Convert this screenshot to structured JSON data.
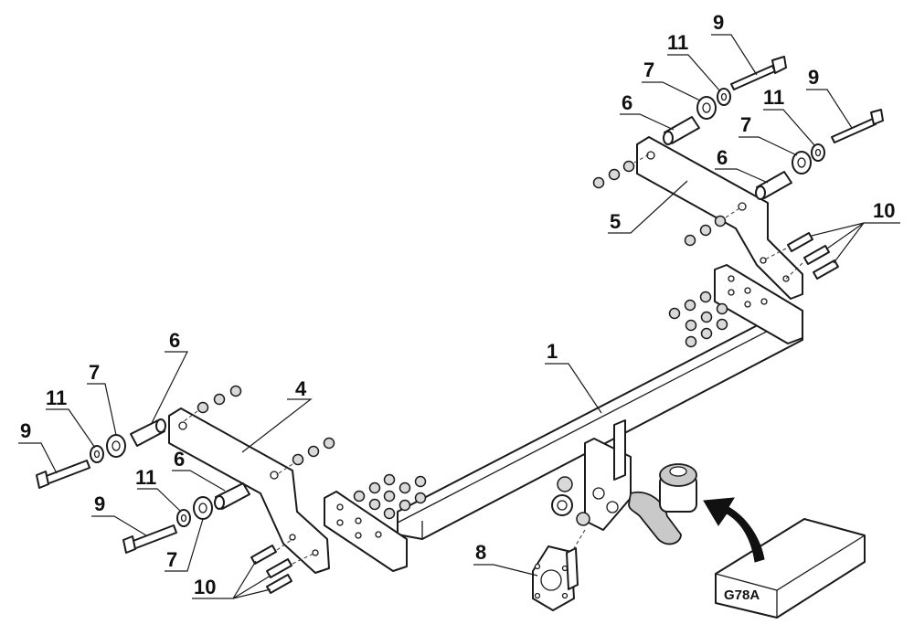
{
  "labels": {
    "part_1": "1",
    "part_4": "4",
    "part_5": "5",
    "part_6": "6",
    "part_7": "7",
    "part_8": "8",
    "part_9": "9",
    "part_10": "10",
    "part_11": "11"
  },
  "package": {
    "code": "G78A"
  }
}
